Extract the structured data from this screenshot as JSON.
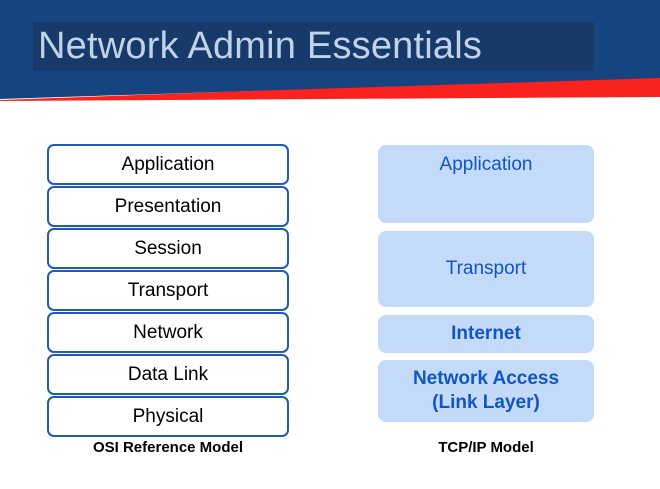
{
  "slide": {
    "title": "Network Admin Essentials",
    "colors": {
      "banner_blue": "#164480",
      "title_highlight": "#173A6B",
      "title_text": "#BFD4E8",
      "accent_red": "#FA221E",
      "osi_border": "#1F5BB5",
      "tcp_fill": "#C3DAF8",
      "tcp_text": "#1255C4"
    }
  },
  "osi": {
    "caption": "OSI Reference Model",
    "layers": [
      {
        "label": "Application"
      },
      {
        "label": "Presentation"
      },
      {
        "label": "Session"
      },
      {
        "label": "Transport"
      },
      {
        "label": "Network"
      },
      {
        "label": "Data Link"
      },
      {
        "label": "Physical"
      }
    ]
  },
  "tcpip": {
    "caption": "TCP/IP Model",
    "layers": [
      {
        "label": "Application"
      },
      {
        "label": "Transport"
      },
      {
        "label": "Internet"
      },
      {
        "label_line1": "Network Access",
        "label_line2": "(Link Layer)"
      }
    ]
  }
}
